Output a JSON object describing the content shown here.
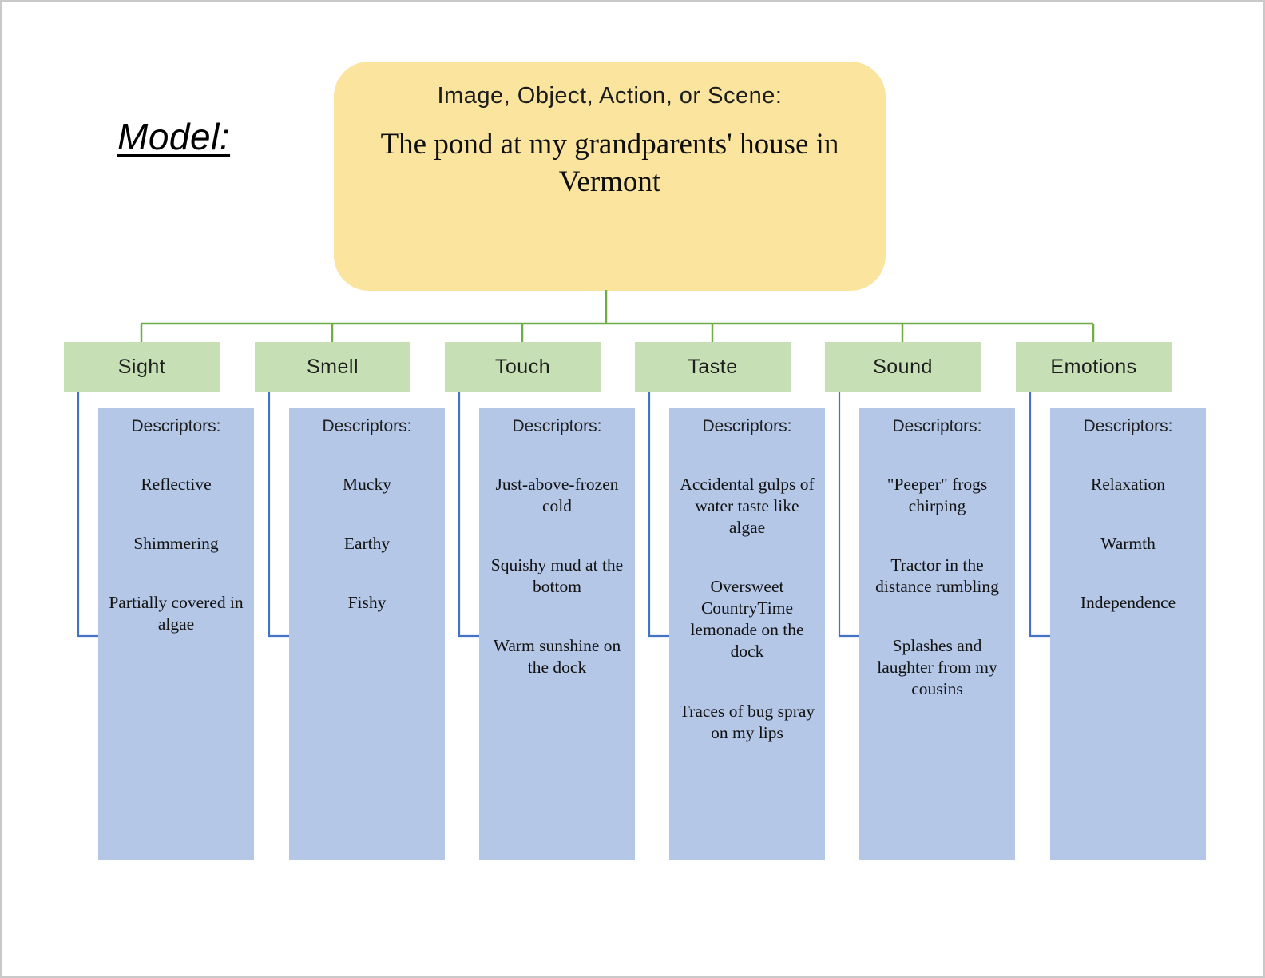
{
  "model_label": "Model:",
  "root_box": {
    "heading": "Image, Object, Action, or Scene:",
    "title": "The pond at my grandparents' house in Vermont"
  },
  "descriptors_label": "Descriptors:",
  "columns": [
    {
      "label": "Sight",
      "items": [
        "Reflective",
        "Shimmering",
        "Partially covered in algae"
      ]
    },
    {
      "label": "Smell",
      "items": [
        "Mucky",
        "Earthy",
        "Fishy"
      ]
    },
    {
      "label": "Touch",
      "items": [
        "Just-above-frozen cold",
        "Squishy mud at the bottom",
        "Warm sunshine on the dock"
      ]
    },
    {
      "label": "Taste",
      "items": [
        "Accidental gulps of water taste like algae",
        "Oversweet CountryTime lemonade on the dock",
        "Traces of bug spray on my lips"
      ]
    },
    {
      "label": "Sound",
      "items": [
        "\"Peeper\" frogs chirping",
        "Tractor in the distance rumbling",
        "Splashes and laughter from my cousins"
      ]
    },
    {
      "label": "Emotions",
      "items": [
        "Relaxation",
        "Warmth",
        "Independence"
      ]
    }
  ],
  "colors": {
    "root_box_fill": "#FBE49E",
    "sense_header_fill": "#C6DFB4",
    "descriptor_box_fill": "#B4C7E7",
    "tree_connector": "#70AD47",
    "bracket_connector": "#4472C4",
    "canvas_border": "#C9C9C9",
    "text": "#1A1A1A"
  }
}
